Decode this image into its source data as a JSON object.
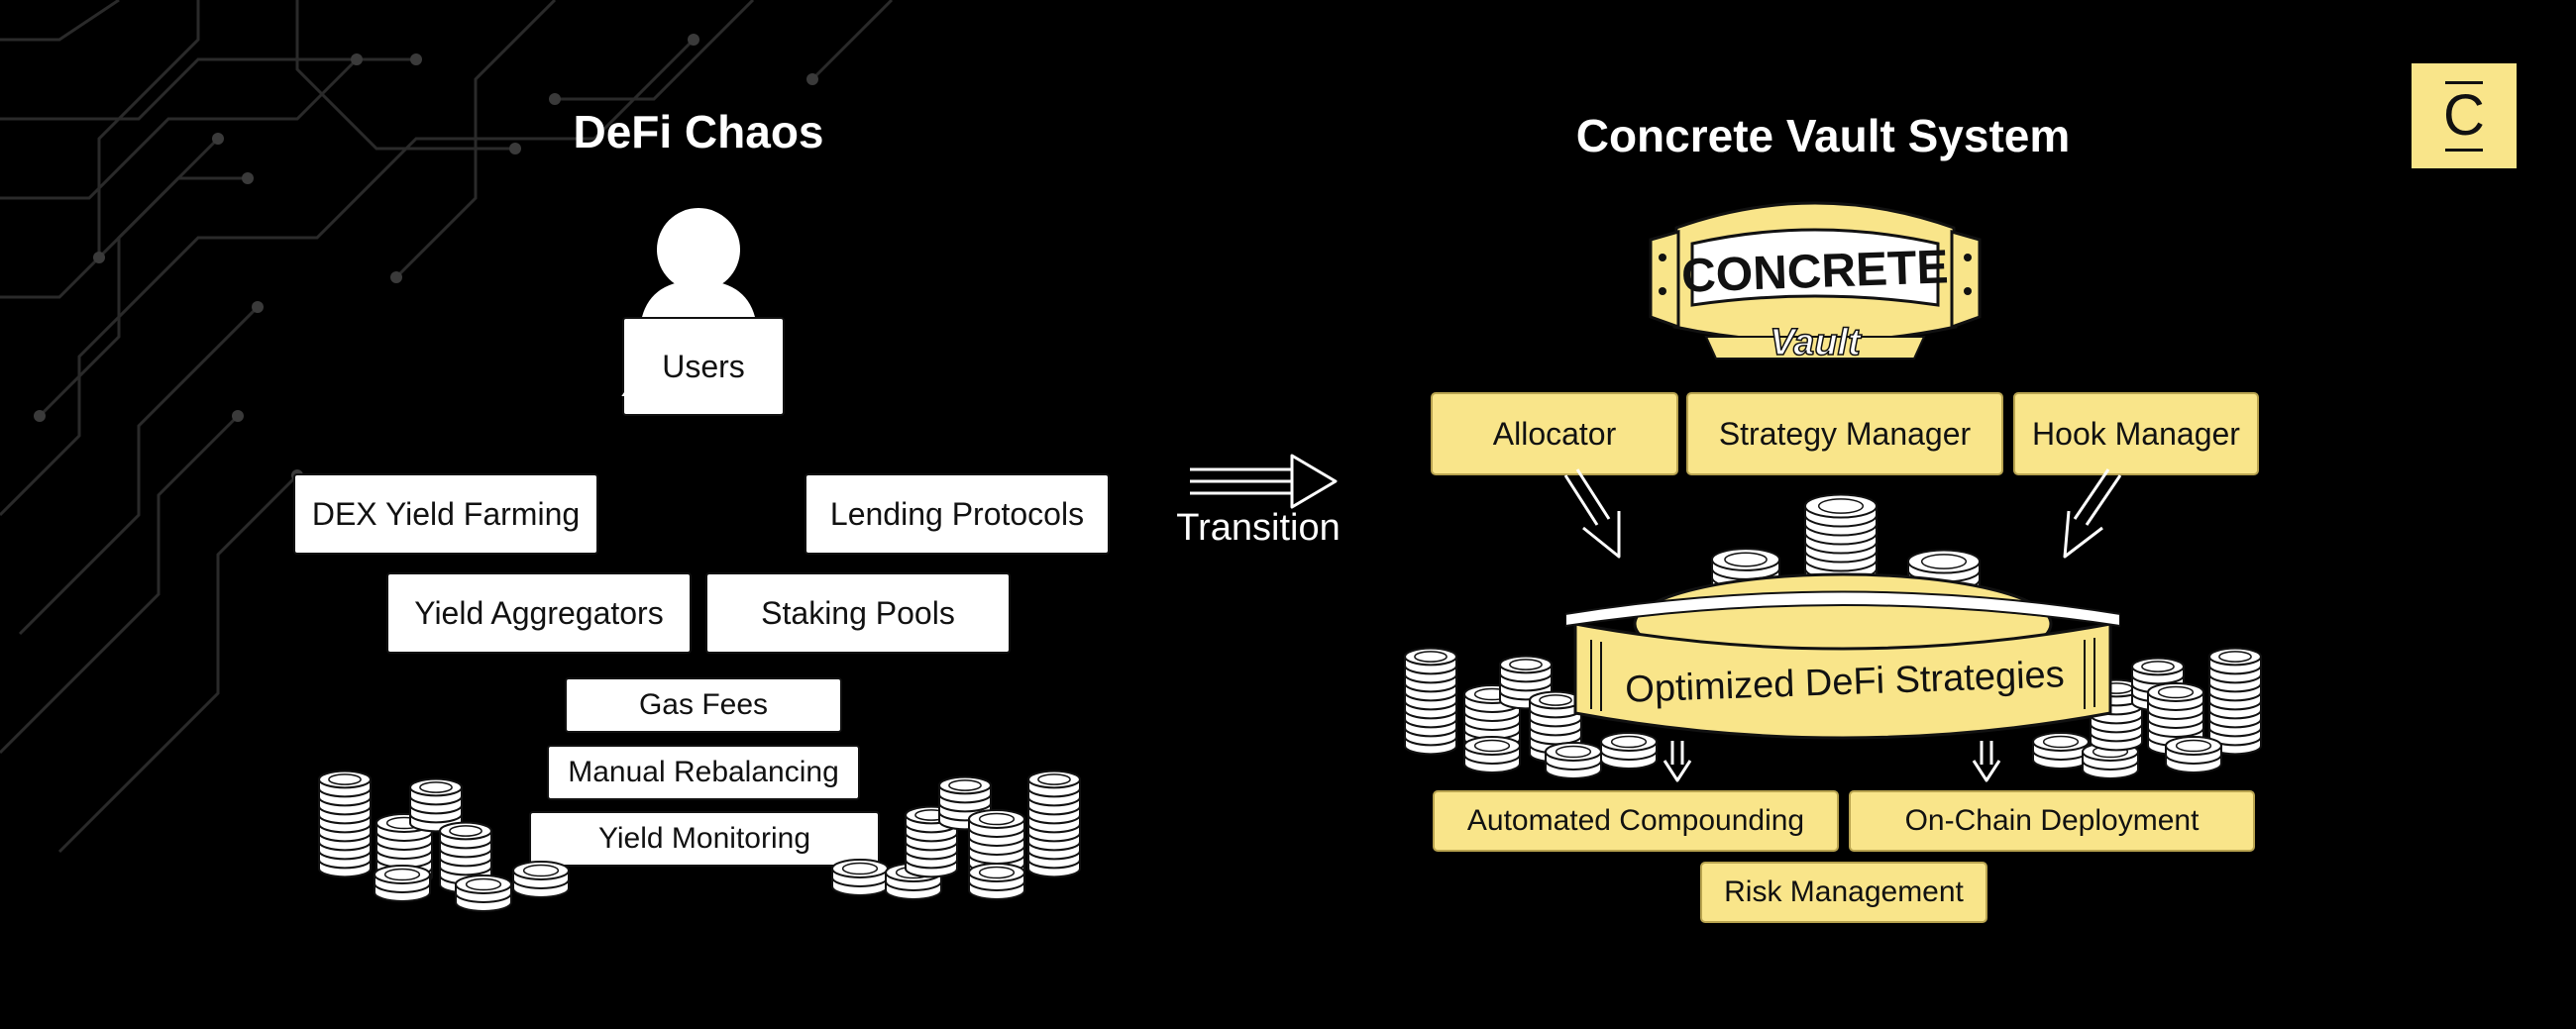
{
  "brand": {
    "logo_letter": "C"
  },
  "left": {
    "title": "DeFi Chaos",
    "user_label": "Users",
    "protocols": [
      "DEX Yield Farming",
      "Lending Protocols",
      "Yield Aggregators",
      "Staking Pools"
    ],
    "pain_points": [
      "Gas Fees",
      "Manual Rebalancing",
      "Yield Monitoring"
    ]
  },
  "middle": {
    "transition_label": "Transition"
  },
  "right": {
    "title": "Concrete Vault System",
    "vault_sign": "CONCRETE",
    "vault_script": "Vault",
    "modules": [
      "Allocator",
      "Strategy Manager",
      "Hook Manager"
    ],
    "platform_label": "Optimized DeFi Strategies",
    "outputs": [
      "Automated Compounding",
      "On-Chain Deployment",
      "Risk Management"
    ]
  },
  "colors": {
    "background": "#000000",
    "accent_yellow": "#f9e58a",
    "box_white": "#ffffff"
  }
}
